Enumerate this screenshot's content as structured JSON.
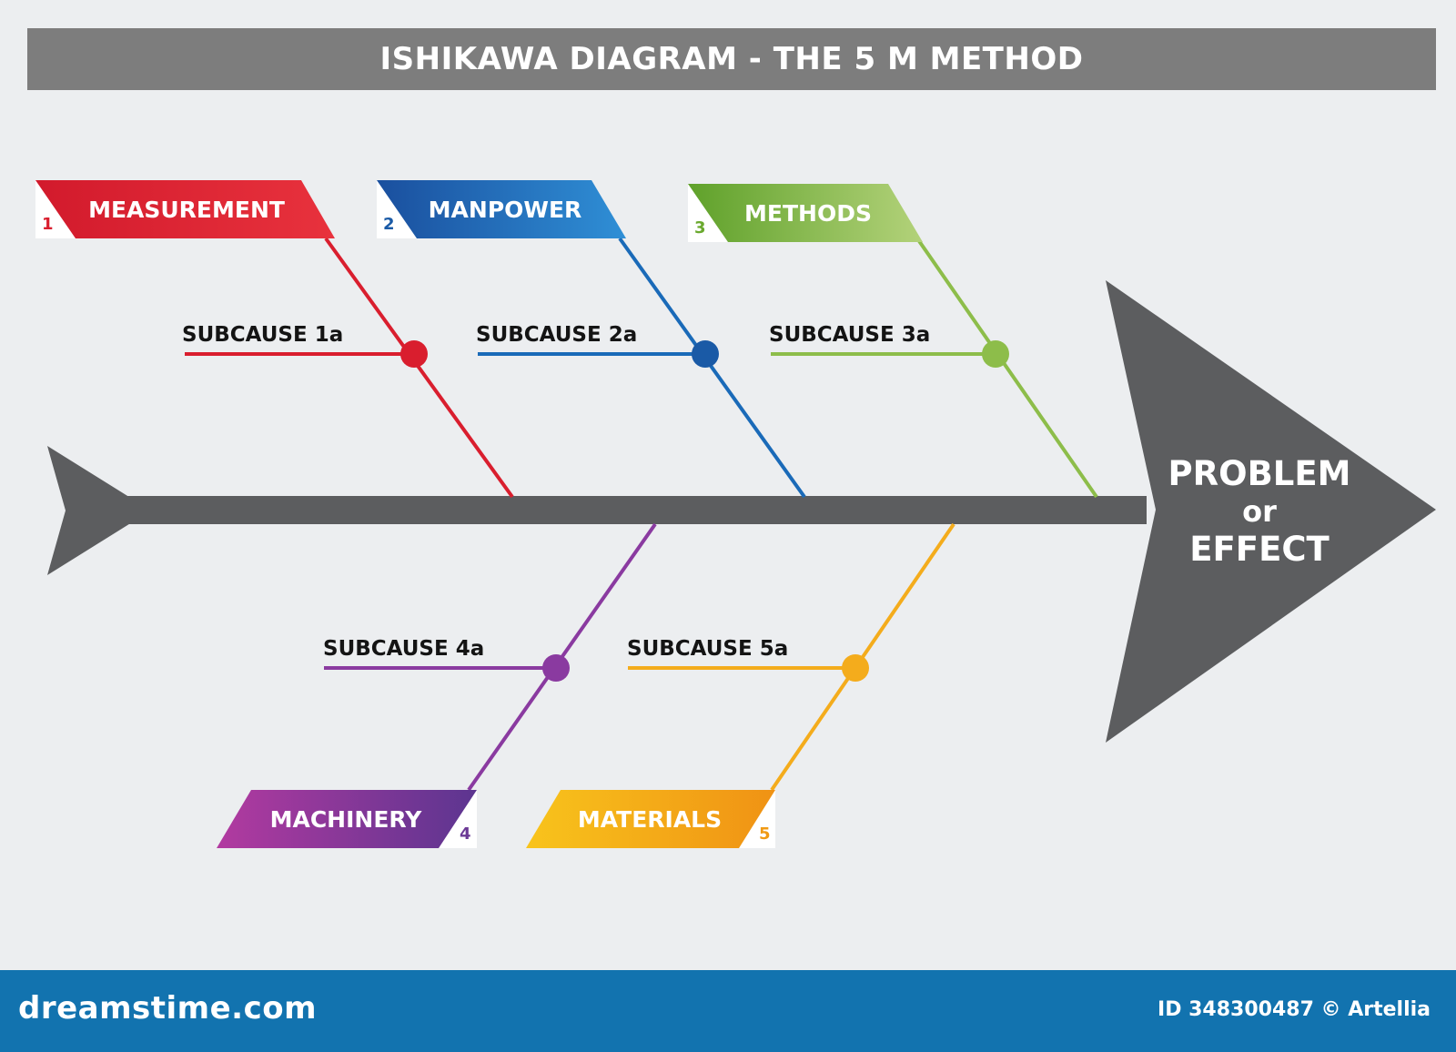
{
  "title": "ISHIKAWA DIAGRAM - THE 5 M METHOD",
  "effect": {
    "line1": "PROBLEM",
    "line2": "or",
    "line3": "EFFECT"
  },
  "categories": [
    {
      "number": "1",
      "label": "MEASUREMENT",
      "subcause": "SUBCAUSE 1a",
      "color": "#d91e2e",
      "color_light": "#e8323d"
    },
    {
      "number": "2",
      "label": "MANPOWER",
      "subcause": "SUBCAUSE 2a",
      "color": "#1a5aa6",
      "color_light": "#2f8fd6"
    },
    {
      "number": "3",
      "label": "METHODS",
      "subcause": "SUBCAUSE 3a",
      "color": "#6aa92e",
      "color_light": "#a9cc68"
    },
    {
      "number": "4",
      "label": "MACHINERY",
      "subcause": "SUBCAUSE 4a",
      "color": "#6c3a96",
      "color_light": "#b23aa0"
    },
    {
      "number": "5",
      "label": "MATERIALS",
      "subcause": "SUBCAUSE 5a",
      "color": "#f09a14",
      "color_light": "#f8c41c"
    }
  ],
  "colors": {
    "spine": "#5c5d5f",
    "title_bar": "#7d7d7d",
    "footer": "#1273af"
  },
  "footer": {
    "brand": "dreamstime.com",
    "credit": "ID 348300487 © Artellia"
  }
}
